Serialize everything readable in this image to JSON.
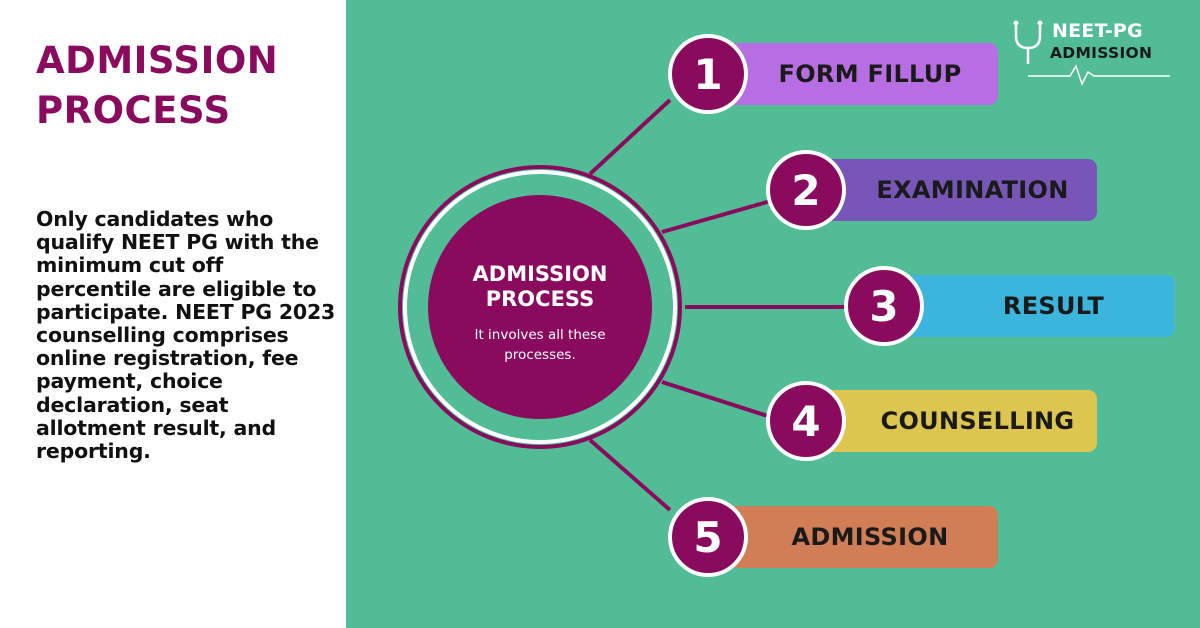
{
  "colors": {
    "accent": "#8a0b5e",
    "background": "#52bc97",
    "text_dark": "#111111",
    "white": "#ffffff"
  },
  "left": {
    "title_line1": "ADMISSION",
    "title_line2": "PROCESS",
    "description": "Only candidates who qualify NEET PG with the minimum cut off percentile are eligible to participate. NEET PG 2023 counselling comprises online registration, fee payment, choice declaration, seat allotment result, and reporting."
  },
  "center": {
    "title_line1": "ADMISSION",
    "title_line2": "PROCESS",
    "subtitle": "It involves  all these processes."
  },
  "logo": {
    "line1": "NEET-PG",
    "line2": "ADMISSION",
    "icon": "stethoscope-icon"
  },
  "steps": [
    {
      "number": "1",
      "label": "FORM FILLUP",
      "color": "#b86ee3"
    },
    {
      "number": "2",
      "label": "EXAMINATION",
      "color": "#7756b8"
    },
    {
      "number": "3",
      "label": "RESULT",
      "color": "#3bb5dc"
    },
    {
      "number": "4",
      "label": "COUNSELLING",
      "color": "#dcc650"
    },
    {
      "number": "5",
      "label": "ADMISSION",
      "color": "#d17e56"
    }
  ]
}
